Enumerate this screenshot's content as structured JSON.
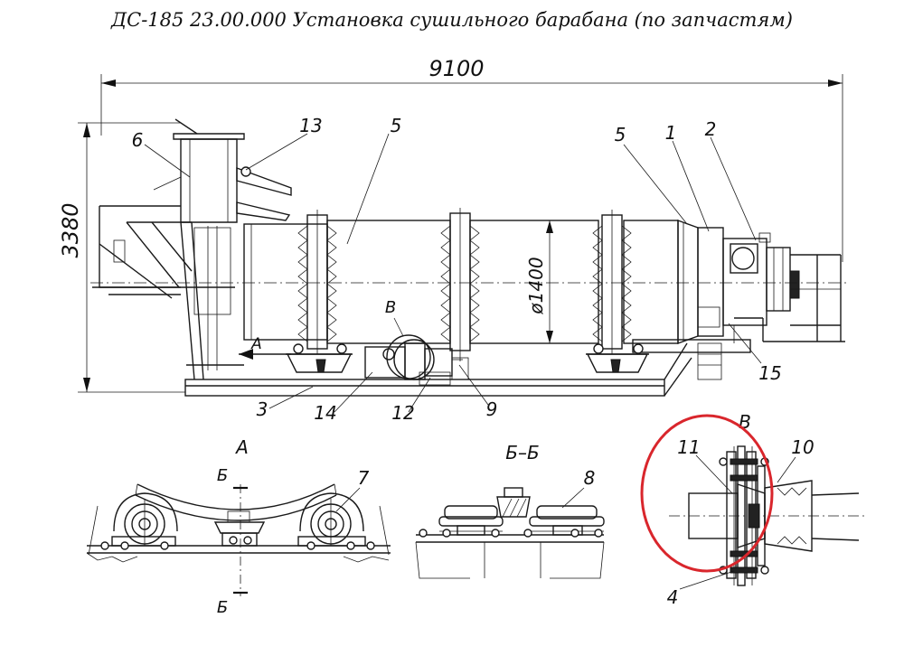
{
  "title": "ДС-185 23.00.000 Установка сушильного барабана (по запчастям)",
  "dimensions": {
    "length": "9100",
    "height": "3380",
    "diameter": "ø1400"
  },
  "callouts": {
    "c1": "1",
    "c2": "2",
    "c3": "3",
    "c4": "4",
    "c5a": "5",
    "c5b": "5",
    "c6": "6",
    "c7": "7",
    "c8": "8",
    "c9": "9",
    "c10": "10",
    "c11": "11",
    "c12": "12",
    "c13": "13",
    "c14": "14",
    "c15": "15"
  },
  "view_labels": {
    "view_a_marker": "A",
    "view_a_title": "A",
    "view_b_marker": "В",
    "view_b_title": "В",
    "section_bb_title": "Б–Б",
    "section_b_top": "Б",
    "section_b_bottom": "Б"
  },
  "colors": {
    "line": "#1a1a1a",
    "highlight_circle": "#d9262c"
  }
}
